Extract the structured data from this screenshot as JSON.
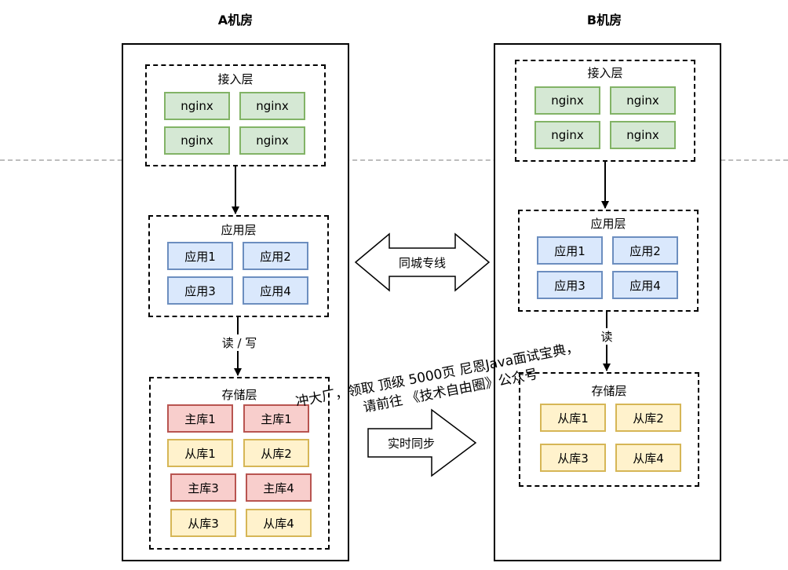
{
  "rooms": {
    "a": {
      "title": "A机房",
      "access": {
        "label": "接入层",
        "nodes": [
          "nginx",
          "nginx",
          "nginx",
          "nginx"
        ]
      },
      "app": {
        "label": "应用层",
        "nodes": [
          "应用1",
          "应用2",
          "应用3",
          "应用4"
        ]
      },
      "storage": {
        "label": "存储层",
        "nodes": [
          "主库1",
          "主库1",
          "从库1",
          "从库2",
          "主库3",
          "主库4",
          "从库3",
          "从库4"
        ]
      },
      "edge_label": "读 / 写"
    },
    "b": {
      "title": "B机房",
      "access": {
        "label": "接入层",
        "nodes": [
          "nginx",
          "nginx",
          "nginx",
          "nginx"
        ]
      },
      "app": {
        "label": "应用层",
        "nodes": [
          "应用1",
          "应用2",
          "应用3",
          "应用4"
        ]
      },
      "storage": {
        "label": "存储层",
        "nodes": [
          "从库1",
          "从库2",
          "从库3",
          "从库4"
        ]
      },
      "edge_label": "读"
    }
  },
  "links": {
    "dedicated_line": "同城专线",
    "realtime_sync": "实时同步"
  },
  "watermark": {
    "line1": "冲大厂，领取 顶级 5000页 尼恩Java面试宝典，",
    "line2": "请前往 《技术自由圈》公众号"
  },
  "colors": {
    "access": "#d5e8d4",
    "app": "#dae8fc",
    "master": "#f8cecc",
    "slave": "#fff2cc"
  }
}
